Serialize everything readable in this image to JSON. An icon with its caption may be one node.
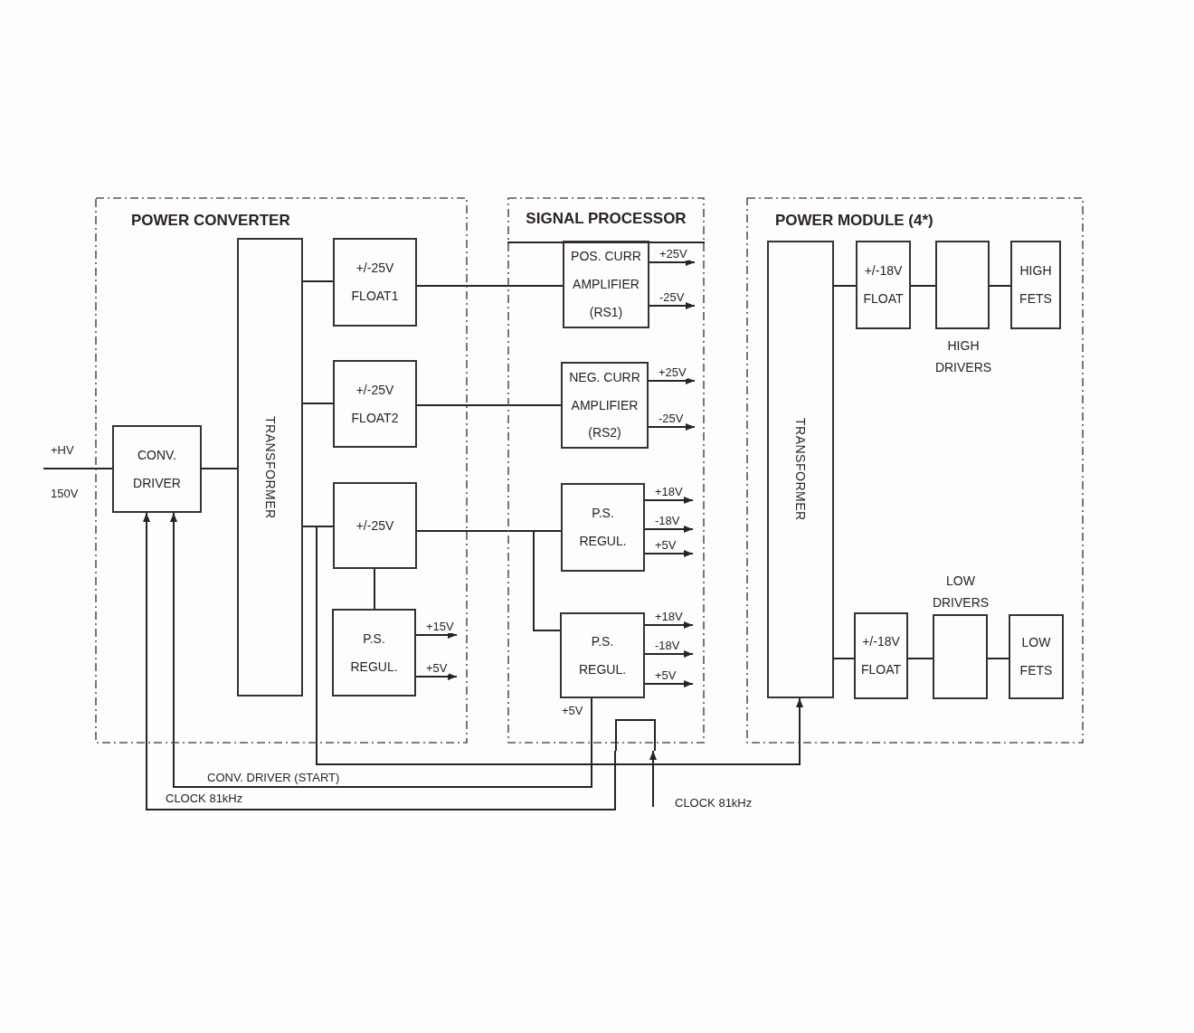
{
  "diagram": {
    "nodes": [
      {
        "text": [
          "POWER CONVERTER"
        ]
      },
      {
        "text": [
          "CONV. DRIVER"
        ],
        "in": 0
      },
      {
        "text": [
          "TRANSFORMER"
        ],
        "in": 0
      },
      {
        "text": [
          "+/-25V FLOAT1"
        ],
        "in": 0
      },
      {
        "text": [
          "+/-25V FLOAT2"
        ],
        "in": 0
      },
      {
        "text": [
          "+/-25V"
        ],
        "in": 0
      },
      {
        "text": [
          "P.S. REGUL."
        ],
        "in": 0
      },
      {
        "text": [
          "SIGNAL PROCESSOR"
        ]
      },
      {
        "text": [
          "POS. CURR AMPLIFIER (RS1)"
        ],
        "in": 7
      },
      {
        "text": [
          "NEG. CURR AMPLIFIER (RS2)"
        ],
        "in": 7
      },
      {
        "text": [
          "P.S. REGUL."
        ],
        "in": 7
      },
      {
        "text": [
          "P.S. REGUL."
        ],
        "in": 7
      },
      {
        "text": [
          "POWER MODULE (4*)"
        ]
      },
      {
        "text": [
          "TRANSFORMER"
        ],
        "in": 12
      },
      {
        "text": [
          "+/-18V FLOAT"
        ],
        "in": 12
      },
      {
        "text": [],
        "shape": "box",
        "beside": [
          "HIGH DRIVERS"
        ],
        "in": 12
      },
      {
        "text": [
          "HIGH FETS"
        ],
        "in": 12
      },
      {
        "text": [
          "+/-18V FLOAT"
        ],
        "in": 12
      },
      {
        "text": [],
        "shape": "box",
        "beside": [
          "LOW DRIVERS"
        ],
        "in": 12
      },
      {
        "text": [
          "LOW FETS"
        ],
        "in": 12
      },
      {
        "text": [],
        "shape": "pulse"
      }
    ],
    "edges": [
      {
        "from": null,
        "to": 1,
        "arrow": "none"
      },
      {
        "from": 1,
        "to": 2,
        "arrow": "none"
      },
      {
        "from": 2,
        "to": 3,
        "arrow": "none"
      },
      {
        "from": 2,
        "to": 4,
        "arrow": "none"
      },
      {
        "from": 2,
        "to": 5,
        "arrow": "none"
      },
      {
        "from": 5,
        "to": 6,
        "arrow": "none"
      },
      {
        "from": 3,
        "to": 8,
        "arrow": "none"
      },
      {
        "from": 4,
        "to": 9,
        "arrow": "none"
      },
      {
        "from": 5,
        "to": 10,
        "arrow": "none"
      },
      {
        "from": 5,
        "to": 11,
        "arrow": "none"
      },
      {
        "from": 2,
        "to": 13,
        "arrow": "to"
      },
      {
        "from": 11,
        "to": 1,
        "arrow": "to",
        "label": "CONV. DRIVER (START)"
      },
      {
        "from": 20,
        "to": 1,
        "arrow": "to",
        "label": "CLOCK 81kHz"
      },
      {
        "from": null,
        "to": 20,
        "arrow": "to",
        "label": "CLOCK 81kHz"
      },
      {
        "from": 6,
        "to": null,
        "arrow": "to",
        "label": "+15V"
      },
      {
        "from": 6,
        "to": null,
        "arrow": "to",
        "label": "+5V"
      },
      {
        "from": 8,
        "to": null,
        "arrow": "to",
        "label": "+25V"
      },
      {
        "from": 8,
        "to": null,
        "arrow": "to",
        "label": "-25V"
      },
      {
        "from": 9,
        "to": null,
        "arrow": "to",
        "label": "+25V"
      },
      {
        "from": 9,
        "to": null,
        "arrow": "to",
        "label": "-25V"
      },
      {
        "from": 10,
        "to": null,
        "arrow": "to",
        "label": "+18V"
      },
      {
        "from": 10,
        "to": null,
        "arrow": "to",
        "label": "-18V"
      },
      {
        "from": 10,
        "to": null,
        "arrow": "to",
        "label": "+5V"
      },
      {
        "from": 11,
        "to": null,
        "arrow": "to",
        "label": "+18V"
      },
      {
        "from": 11,
        "to": null,
        "arrow": "to",
        "label": "-18V"
      },
      {
        "from": 11,
        "to": null,
        "arrow": "to",
        "label": "+5V"
      },
      {
        "from": 13,
        "to": 14,
        "arrow": "none"
      },
      {
        "from": 14,
        "to": 15,
        "arrow": "none"
      },
      {
        "from": 15,
        "to": 16,
        "arrow": "none"
      },
      {
        "from": 13,
        "to": 17,
        "arrow": "none"
      },
      {
        "from": 17,
        "to": 18,
        "arrow": "none"
      },
      {
        "from": 18,
        "to": 19,
        "arrow": "none"
      }
    ],
    "labels": [
      "+HV",
      "150V",
      "+5V"
    ]
  }
}
